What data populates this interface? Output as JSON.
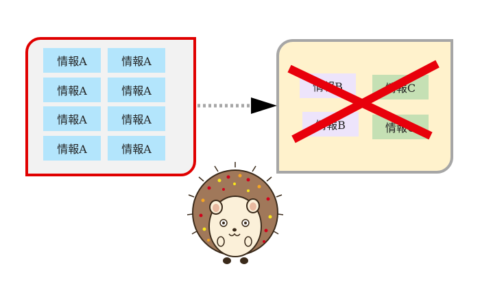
{
  "source_panel": {
    "items": [
      "情報A",
      "情報A",
      "情報A",
      "情報A",
      "情報A",
      "情報A",
      "情報A",
      "情報A"
    ]
  },
  "target_panel": {
    "items_b": [
      "情報B",
      "情報B"
    ],
    "items_c": [
      "情報C",
      "情報C"
    ]
  },
  "colors": {
    "source_border": "#e00000",
    "source_fill": "#f2f2f2",
    "target_border": "#a6a6a6",
    "target_fill": "#fff2cc",
    "chip_a": "#b3e5fc",
    "chip_b": "#ede4fb",
    "chip_c": "#c5e0b4",
    "cross": "#e8000b",
    "arrow_dots": "#a6a6a6",
    "arrow_head": "#000000"
  },
  "icons": [
    "hedgehog-mascot",
    "red-x-cross",
    "dotted-arrow"
  ]
}
